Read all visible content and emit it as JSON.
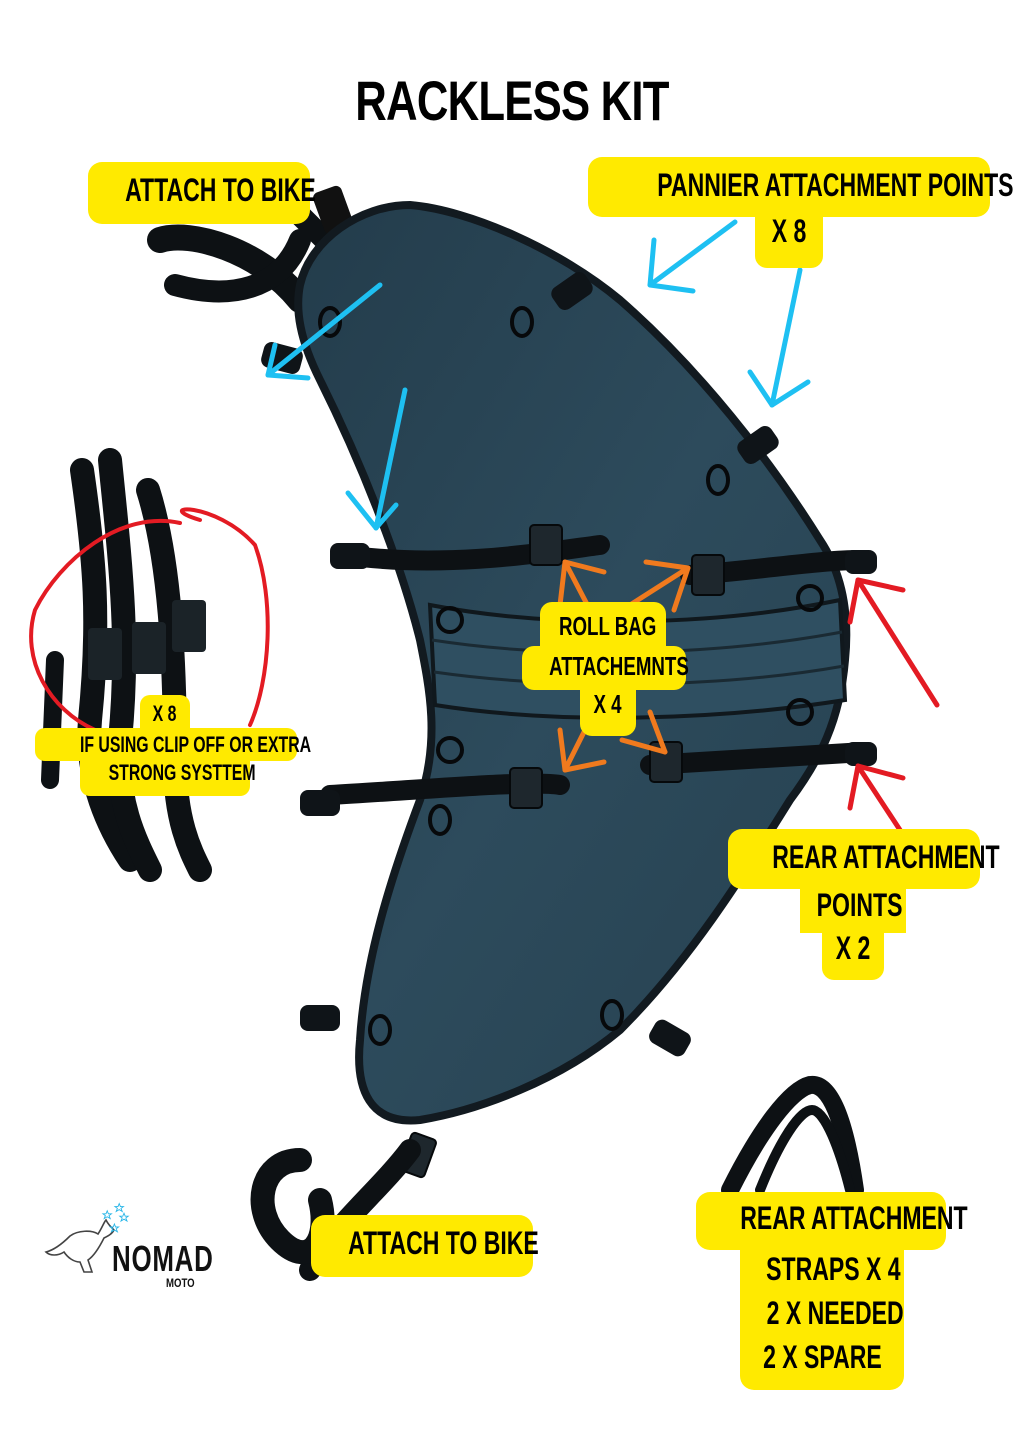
{
  "title": "RACKLESS KIT",
  "labels": {
    "attach_top": {
      "lines": [
        "ATTACH TO BIKE"
      ]
    },
    "pannier": {
      "lines": [
        "PANNIER ATTACHMENT POINTS",
        "X 8"
      ]
    },
    "straps_x8": {
      "lines": [
        "X 8",
        "IF USING CLIP OFF OR EXTRA",
        "STRONG SYSTTEM"
      ]
    },
    "roll_bag": {
      "lines": [
        "ROLL BAG",
        "ATTACHEMNTS",
        "X 4"
      ]
    },
    "rear_points": {
      "lines": [
        "REAR ATTACHMENT",
        "POINTS",
        "X 2"
      ]
    },
    "attach_bottom": {
      "lines": [
        "ATTACH TO BIKE"
      ]
    },
    "rear_straps": {
      "lines": [
        "REAR ATTACHMENT",
        "STRAPS X 4",
        "2 X NEEDED",
        "2 X SPARE"
      ]
    }
  },
  "logo": {
    "brand": "NOMAD",
    "sub": "MOTO",
    "icon": "kangaroo-with-stars-icon"
  },
  "colors": {
    "label_bg": "#ffea00",
    "bag_body": "#2b4656",
    "bag_edge": "#121a20",
    "strap": "#0d1114",
    "arrow_blue": "#1ec0f2",
    "arrow_orange": "#f07a1e",
    "arrow_red": "#e31b23",
    "circle_red": "#e31b23"
  }
}
